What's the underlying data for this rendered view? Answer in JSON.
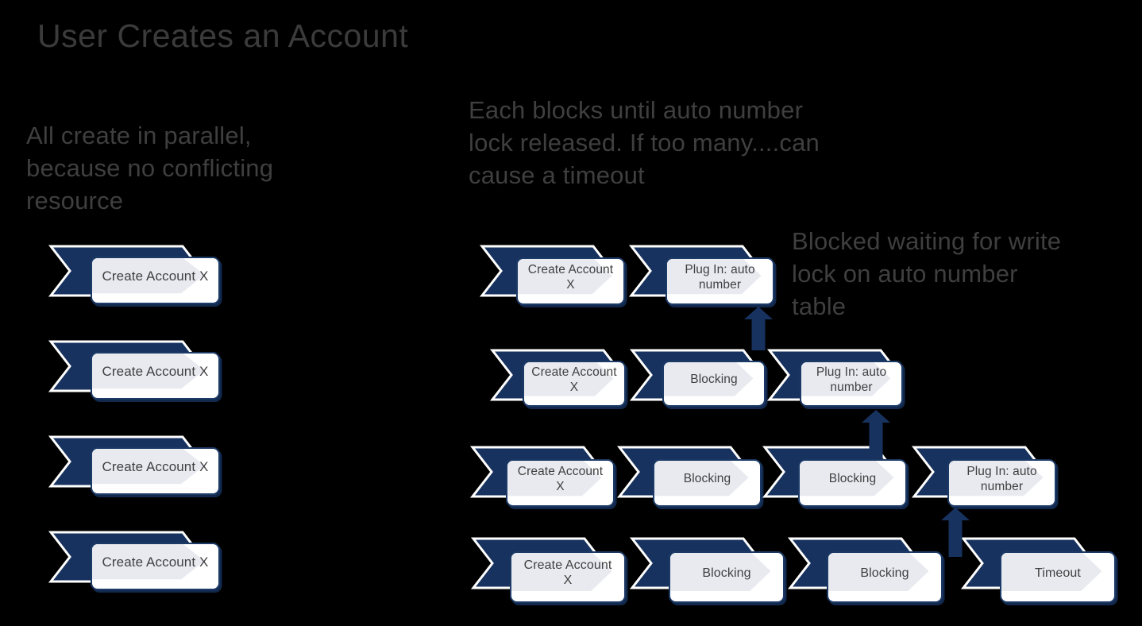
{
  "title": "User Creates an Account",
  "notes": {
    "left": "All create in parallel,\nbecause no conflicting\nresource",
    "center": "Each blocks until auto number\nlock released. If too many....can\ncause a timeout",
    "right": "Blocked waiting for write\nlock on auto number\ntable"
  },
  "left_column": {
    "rows": [
      {
        "label": "Create Account X"
      },
      {
        "label": "Create Account X"
      },
      {
        "label": "Create Account X"
      },
      {
        "label": "Create Account X"
      }
    ]
  },
  "right_grid": {
    "rows": [
      {
        "units": [
          {
            "label": "Create Account\nX"
          },
          {
            "label": "Plug In: auto\nnumber"
          }
        ]
      },
      {
        "units": [
          {
            "label": "Create Account\nX"
          },
          {
            "label": "Blocking"
          },
          {
            "label": "Plug In: auto\nnumber"
          }
        ]
      },
      {
        "units": [
          {
            "label": "Create Account\nX"
          },
          {
            "label": "Blocking"
          },
          {
            "label": "Blocking"
          },
          {
            "label": "Plug In: auto\nnumber"
          }
        ]
      },
      {
        "units": [
          {
            "label": "Create Account\nX"
          },
          {
            "label": "Blocking"
          },
          {
            "label": "Blocking"
          },
          {
            "label": "Timeout"
          }
        ]
      }
    ]
  },
  "arrow_count": 3,
  "colors": {
    "background": "#000000",
    "navy": "#17325e",
    "chevron_outline": "#ffffff",
    "box_border": "#1c3a66",
    "box_fill": "#ffffff",
    "box_chevron": "#e8eaf0",
    "label_text": "#404040",
    "note_text": "#3f3f3f",
    "title_text": "#3b3b3b"
  }
}
